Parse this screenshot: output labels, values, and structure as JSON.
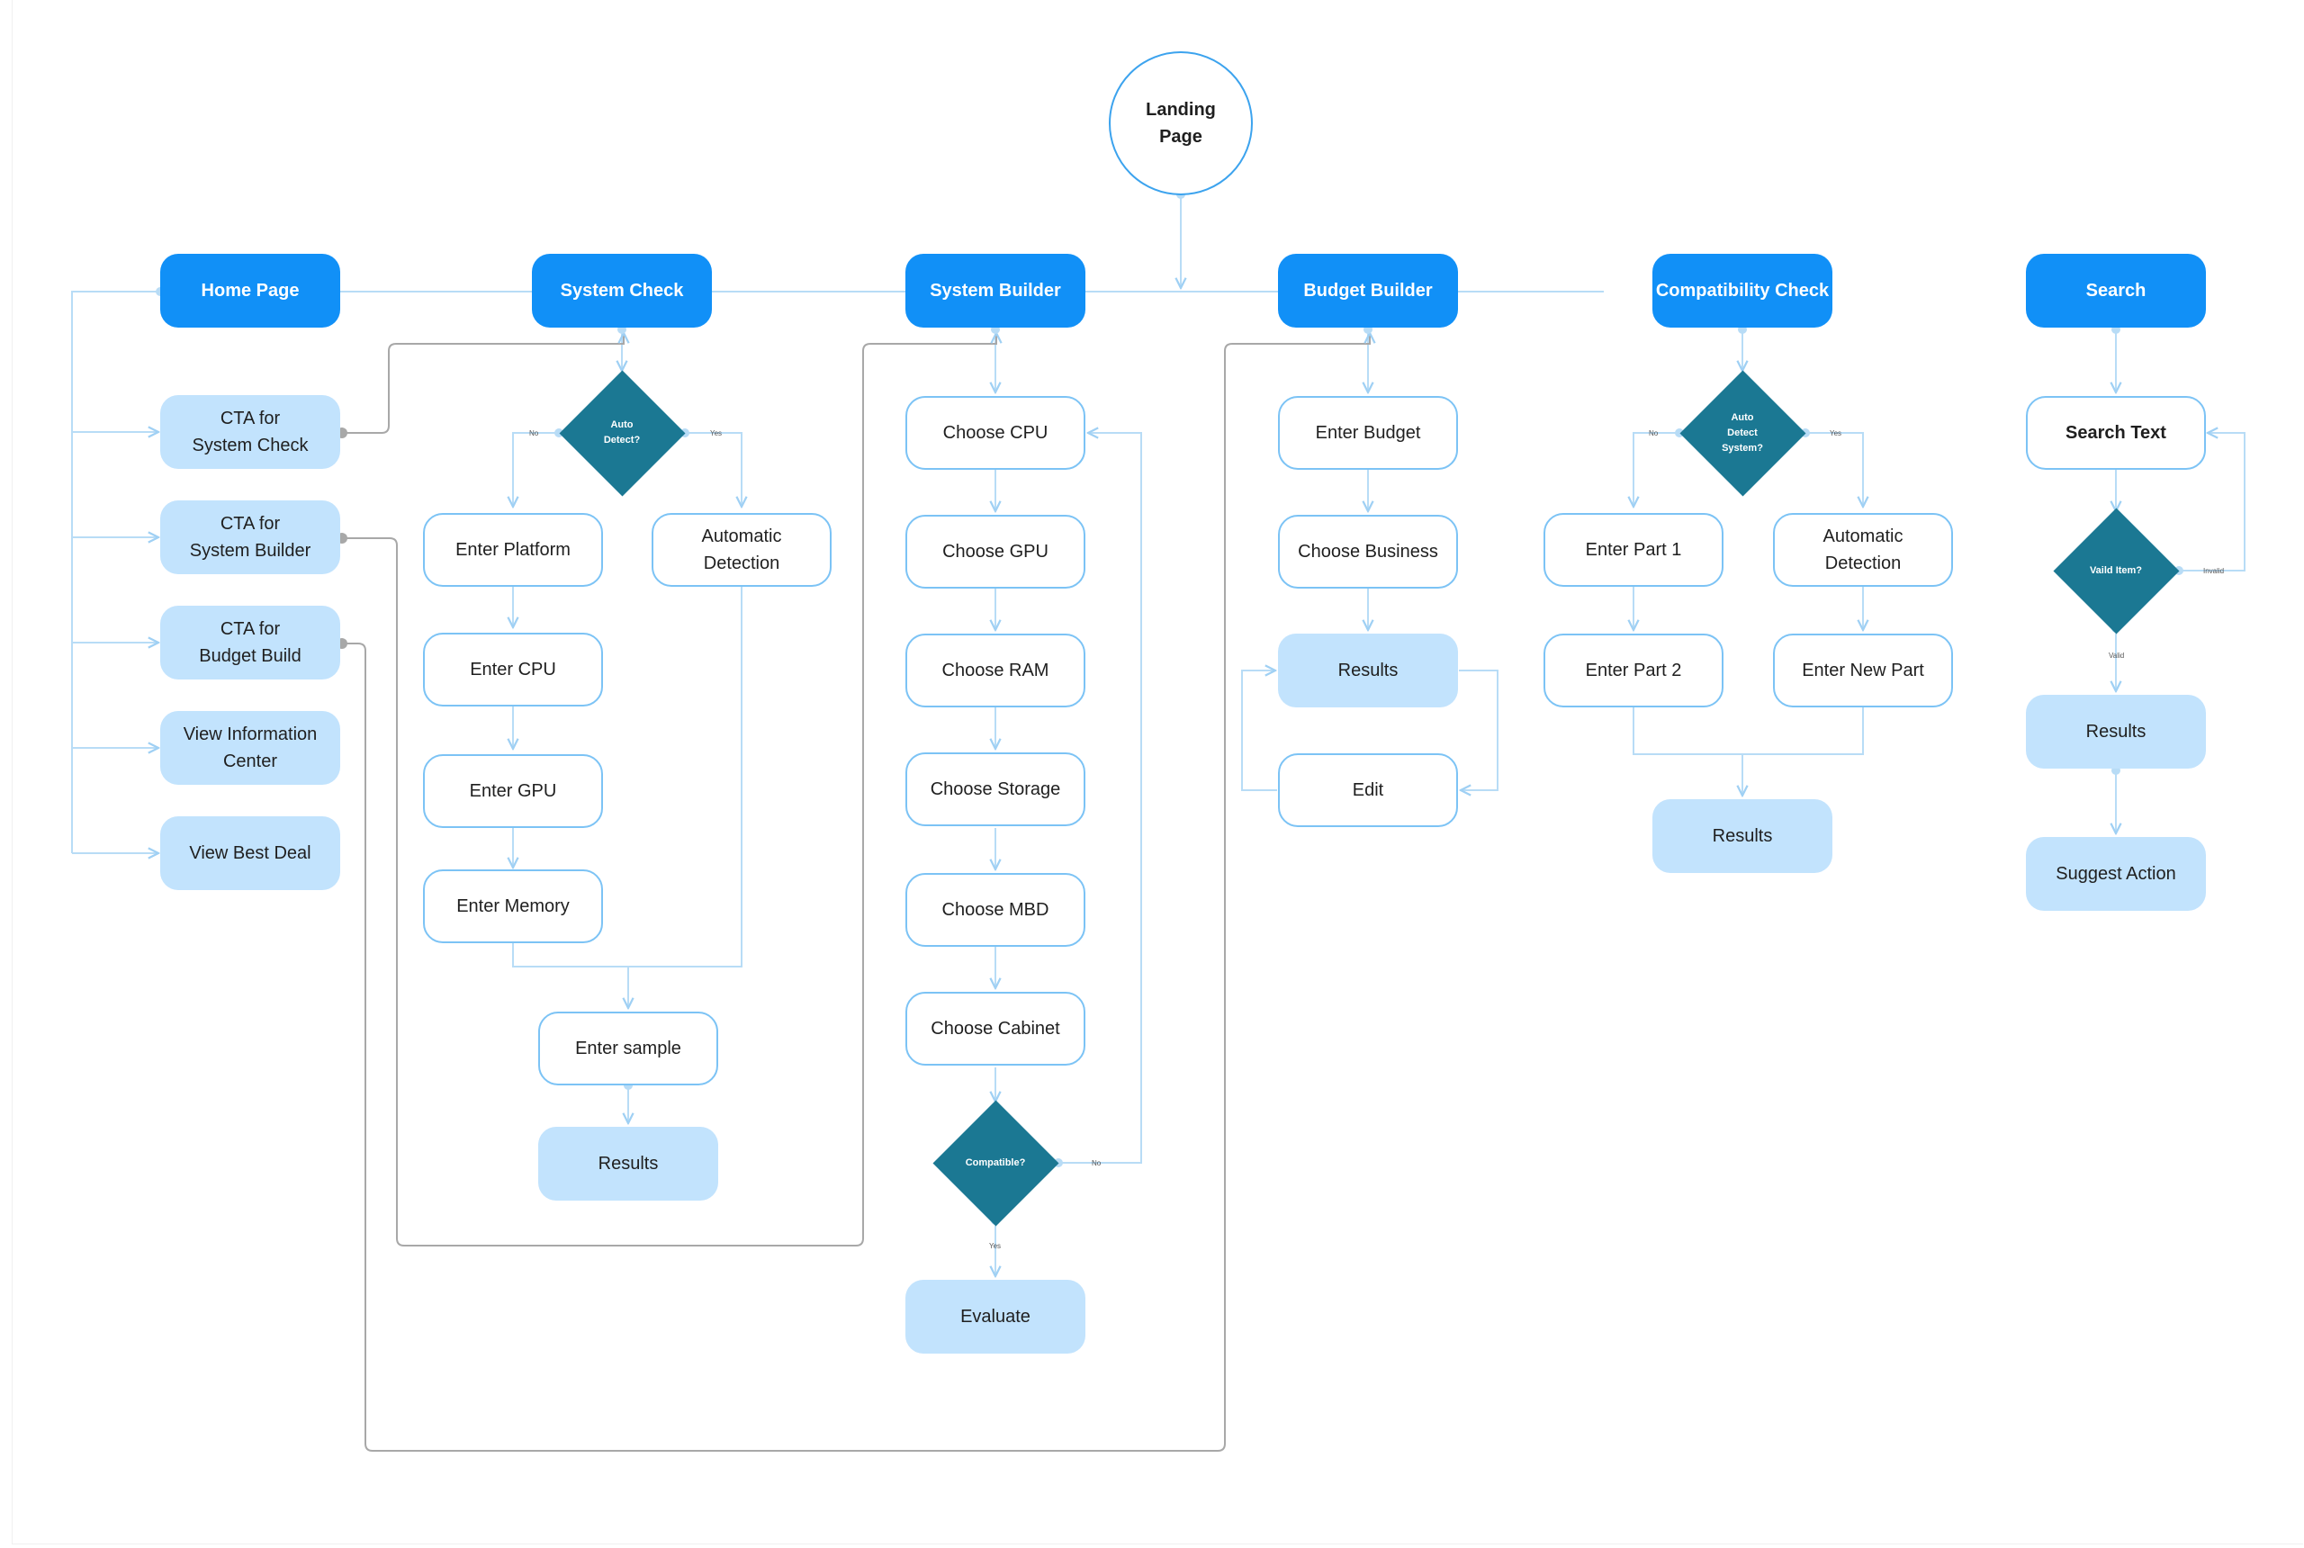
{
  "landing": "Landing\nPage",
  "sections": {
    "home": "Home Page",
    "system_check": "System Check",
    "system_builder": "System Builder",
    "budget_builder": "Budget Builder",
    "compatibility_check": "Compatibility Check",
    "search": "Search"
  },
  "home_items": {
    "cta_system_check": "CTA for\nSystem Check",
    "cta_system_builder": "CTA for\nSystem Builder",
    "cta_budget_build": "CTA for\nBudget Build",
    "view_info": "View Information\nCenter",
    "view_deal": "View Best Deal"
  },
  "system_check": {
    "decision": "Auto\nDetect?",
    "no": "No",
    "yes": "Yes",
    "enter_platform": "Enter Platform",
    "enter_cpu": "Enter CPU",
    "enter_gpu": "Enter GPU",
    "enter_memory": "Enter Memory",
    "auto_detection": "Automatic\nDetection",
    "enter_sample": "Enter sample",
    "results": "Results"
  },
  "system_builder": {
    "choose_cpu": "Choose CPU",
    "choose_gpu": "Choose GPU",
    "choose_ram": "Choose RAM",
    "choose_storage": "Choose Storage",
    "choose_mbd": "Choose MBD",
    "choose_cabinet": "Choose Cabinet",
    "decision": "Compatible?",
    "no": "No",
    "yes": "Yes",
    "evaluate": "Evaluate"
  },
  "budget_builder": {
    "enter_budget": "Enter Budget",
    "choose_business": "Choose Business",
    "results": "Results",
    "edit": "Edit"
  },
  "compatibility_check": {
    "decision": "Auto\nDetect\nSystem?",
    "no": "No",
    "yes": "Yes",
    "enter_part1": "Enter Part 1",
    "enter_part2": "Enter Part 2",
    "auto_detection": "Automatic\nDetection",
    "enter_new_part": "Enter New Part",
    "results": "Results"
  },
  "search": {
    "search_text": "Search Text",
    "decision": "Vaild Item?",
    "invalid": "Invalid",
    "valid": "Valid",
    "results": "Results",
    "suggest_action": "Suggest Action"
  },
  "colors": {
    "primary": "#1190f7",
    "light": "#c2e3fd",
    "outline": "#7cc3f5",
    "decision": "#1b7893",
    "connector": "#b8dcf6",
    "cross_link": "#a8a8a8"
  }
}
